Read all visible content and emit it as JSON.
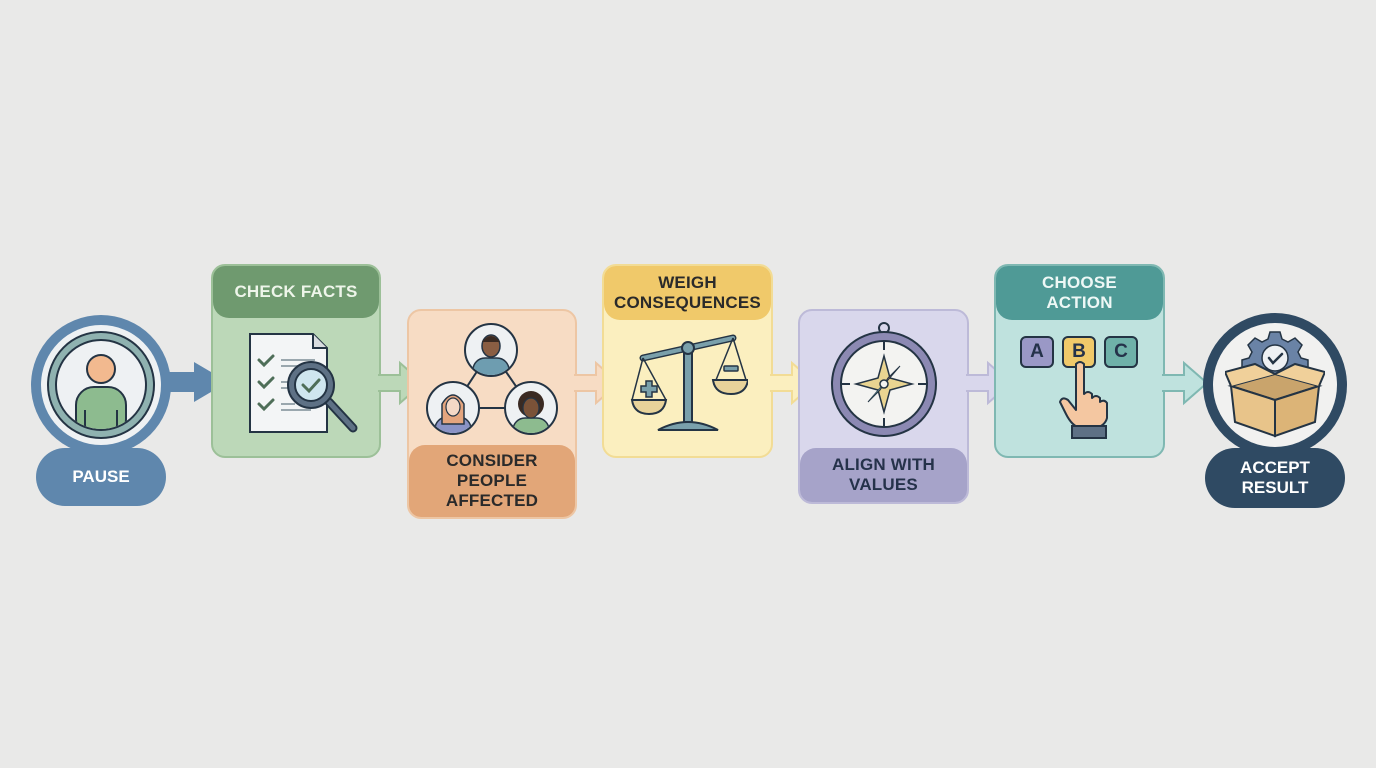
{
  "diagram": {
    "type": "linear-process-flow",
    "steps": [
      {
        "id": 1,
        "label": "PAUSE",
        "icon": "person-in-circle-icon",
        "color": "#5f87ad",
        "light": "#dfe8ef"
      },
      {
        "id": 2,
        "label_lines": [
          "CHECK FACTS"
        ],
        "label": "CHECK FACTS",
        "icon": "checklist-magnifier-icon",
        "color": "#6f9a6f",
        "light": "#bcd8b8"
      },
      {
        "id": 3,
        "label_lines": [
          "CONSIDER",
          "PEOPLE",
          "AFFECTED"
        ],
        "label": "CONSIDER PEOPLE AFFECTED",
        "icon": "connected-people-icon",
        "color": "#e2a678",
        "light": "#f7dcc4"
      },
      {
        "id": 4,
        "label_lines": [
          "WEIGH",
          "CONSEQUENCES"
        ],
        "label": "WEIGH CONSEQUENCES",
        "icon": "balance-scale-icon",
        "color": "#f0c96a",
        "light": "#fbefbf"
      },
      {
        "id": 5,
        "label_lines": [
          "ALIGN WITH",
          "VALUES"
        ],
        "label": "ALIGN WITH VALUES",
        "icon": "compass-icon",
        "color": "#a6a3c9",
        "light": "#d9d7ec"
      },
      {
        "id": 6,
        "label_lines": [
          "CHOOSE",
          "ACTION"
        ],
        "label": "CHOOSE ACTION",
        "icon": "choice-buttons-hand-icon",
        "color": "#4f9a96",
        "light": "#bfe2de"
      },
      {
        "id": 7,
        "label_lines": [
          "ACCEPT",
          "RESULT"
        ],
        "label": "ACCEPT RESULT",
        "icon": "box-with-gear-check-icon",
        "color": "#2f4a63",
        "light": "#f1f1f0"
      }
    ],
    "choices": [
      "A",
      "B",
      "C"
    ],
    "scale_signs": {
      "left": "+",
      "right": "−"
    }
  }
}
